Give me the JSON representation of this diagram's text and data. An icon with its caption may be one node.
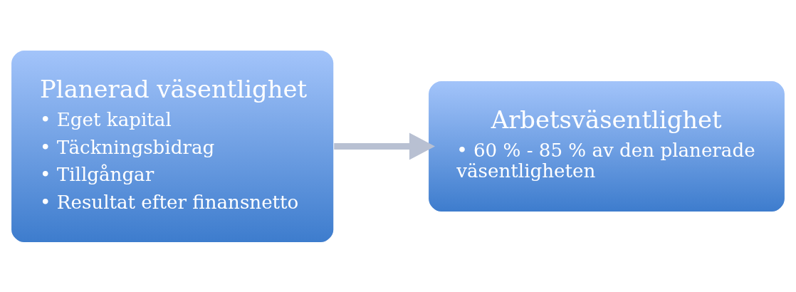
{
  "diagram": {
    "nodes": [
      {
        "text": [
          "Planerad väsentlighet",
          "• Eget kapital",
          "• Täckningsbidrag",
          "• Tillgångar",
          "• Resultat efter finansnetto"
        ]
      },
      {
        "text": [
          "Arbetsväsentlighet",
          "• 60 % - 85 % av den planerade väsentligheten"
        ]
      }
    ],
    "edges": [
      {
        "from": 0,
        "to": 1,
        "arrow": "to"
      }
    ]
  }
}
